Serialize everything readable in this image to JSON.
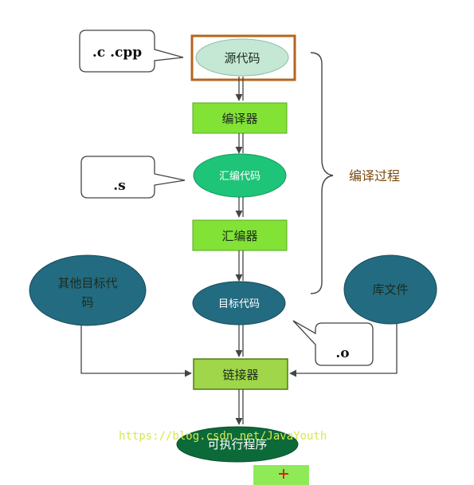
{
  "nodes": {
    "source_code": "源代码",
    "compiler": "编译器",
    "assembly_code": "汇编代码",
    "assembler": "汇编器",
    "object_code": "目标代码",
    "other_object_code_line1": "其他目标代",
    "other_object_code_line2": "码",
    "library_file": "库文件",
    "linker": "链接器",
    "executable": "可执行程序"
  },
  "callouts": {
    "source_ext": ".c .cpp",
    "assembly_ext": ".s",
    "object_ext": ".o"
  },
  "brace_label": "编译过程",
  "watermark": "https://blog.csdn.net/JavaYouth",
  "colors": {
    "pale_green": "#c4e8d4",
    "bright_green": "#82e236",
    "green_oval": "#1ec478",
    "teal_oval": "#236b80",
    "dark_green_oval": "#0c6a38",
    "highlight_box": "#b5651d"
  }
}
